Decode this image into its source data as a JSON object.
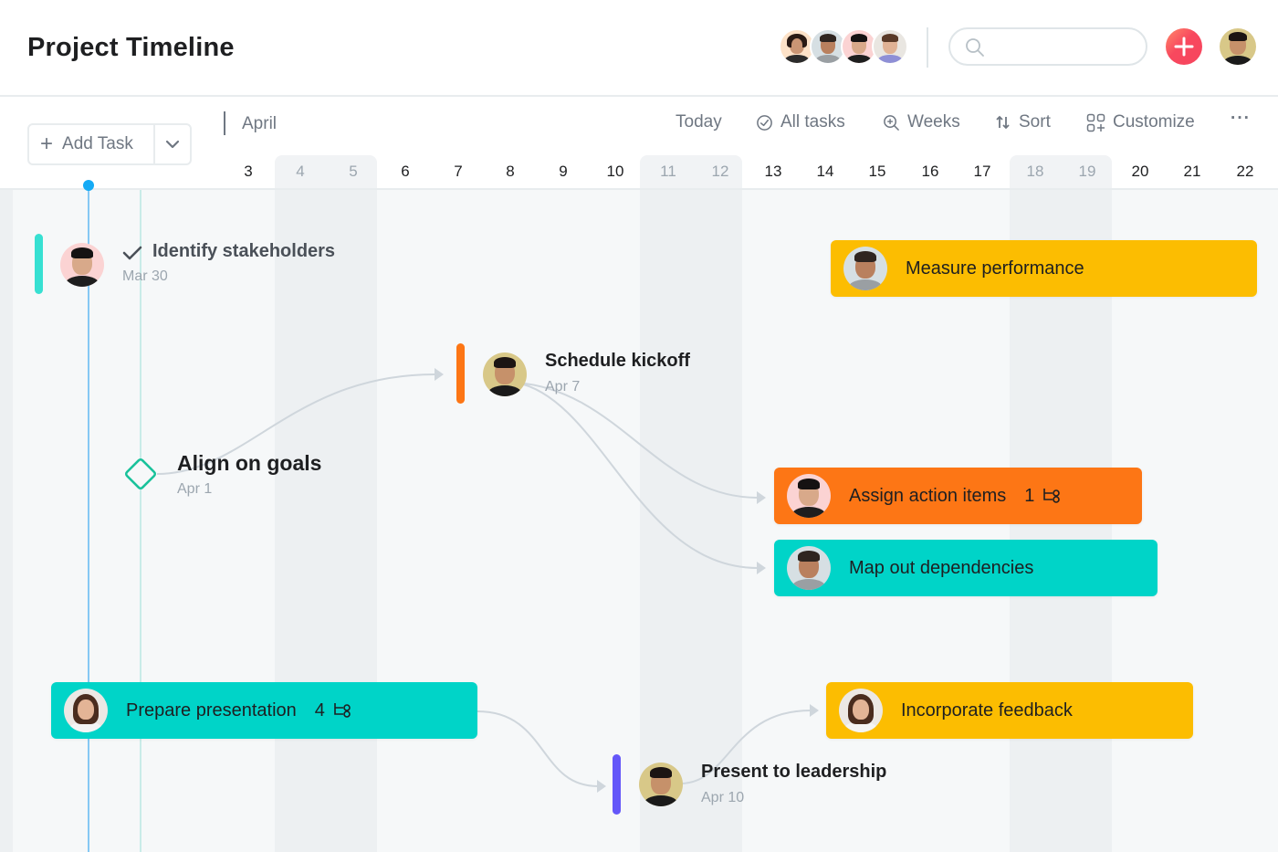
{
  "header": {
    "title": "Project Timeline",
    "team_avatars": [
      {
        "name": "team-member-1",
        "bg": "#fde2c8",
        "skin": "#c99574",
        "hair": "#2a1a14",
        "shirt": "#2b2b2b"
      },
      {
        "name": "team-member-2",
        "bg": "#d6dfe3",
        "skin": "#b9805e",
        "hair": "#2f2520",
        "shirt": "#9a9fa3"
      },
      {
        "name": "team-member-3",
        "bg": "#fbd3d3",
        "skin": "#d8a98a",
        "hair": "#151212",
        "shirt": "#1e1e1e"
      },
      {
        "name": "team-member-4",
        "bg": "#e9e6e1",
        "skin": "#e0b295",
        "hair": "#5a3a28",
        "shirt": "#8e8fd6"
      }
    ],
    "search": {
      "placeholder": "",
      "value": ""
    },
    "add_button_icon": "plus-icon",
    "current_user": {
      "bg": "#d8c888",
      "skin": "#c6916a",
      "hair": "#1c1513",
      "shirt": "#1a1a1a"
    }
  },
  "toolbar": {
    "add_task_label": "Add Task",
    "month_label": "April",
    "today_label": "Today",
    "all_tasks_label": "All tasks",
    "weeks_label": "Weeks",
    "sort_label": "Sort",
    "customize_label": "Customize",
    "more_label": "···"
  },
  "ruler": {
    "days": [
      {
        "label": "3",
        "weekend": false
      },
      {
        "label": "4",
        "weekend": true
      },
      {
        "label": "5",
        "weekend": true
      },
      {
        "label": "6",
        "weekend": false
      },
      {
        "label": "7",
        "weekend": false
      },
      {
        "label": "8",
        "weekend": false
      },
      {
        "label": "9",
        "weekend": false
      },
      {
        "label": "10",
        "weekend": false
      },
      {
        "label": "11",
        "weekend": true
      },
      {
        "label": "12",
        "weekend": true
      },
      {
        "label": "13",
        "weekend": false
      },
      {
        "label": "14",
        "weekend": false
      },
      {
        "label": "15",
        "weekend": false
      },
      {
        "label": "16",
        "weekend": false
      },
      {
        "label": "17",
        "weekend": false
      },
      {
        "label": "18",
        "weekend": true
      },
      {
        "label": "19",
        "weekend": true
      },
      {
        "label": "20",
        "weekend": false
      },
      {
        "label": "21",
        "weekend": false
      },
      {
        "label": "22",
        "weekend": false
      }
    ]
  },
  "colors": {
    "teal": "#00d4c8",
    "orange": "#fd7615",
    "yellow": "#fcbd01",
    "purple": "#6457f9",
    "today": "#14aaf5",
    "milestone": "#19c29b"
  },
  "tasks": {
    "identify": {
      "title": "Identify stakeholders",
      "date": "Mar 30",
      "completed": true
    },
    "align": {
      "title": "Align on goals",
      "date": "Apr 1"
    },
    "kickoff": {
      "title": "Schedule kickoff",
      "date": "Apr 7"
    },
    "present": {
      "title": "Present to leadership",
      "date": "Apr 10"
    },
    "measure": {
      "title": "Measure performance"
    },
    "assign": {
      "title": "Assign action items",
      "subtask_count": "1"
    },
    "map": {
      "title": "Map out dependencies"
    },
    "prepare": {
      "title": "Prepare presentation",
      "subtask_count": "4"
    },
    "incorporate": {
      "title": "Incorporate feedback"
    }
  }
}
